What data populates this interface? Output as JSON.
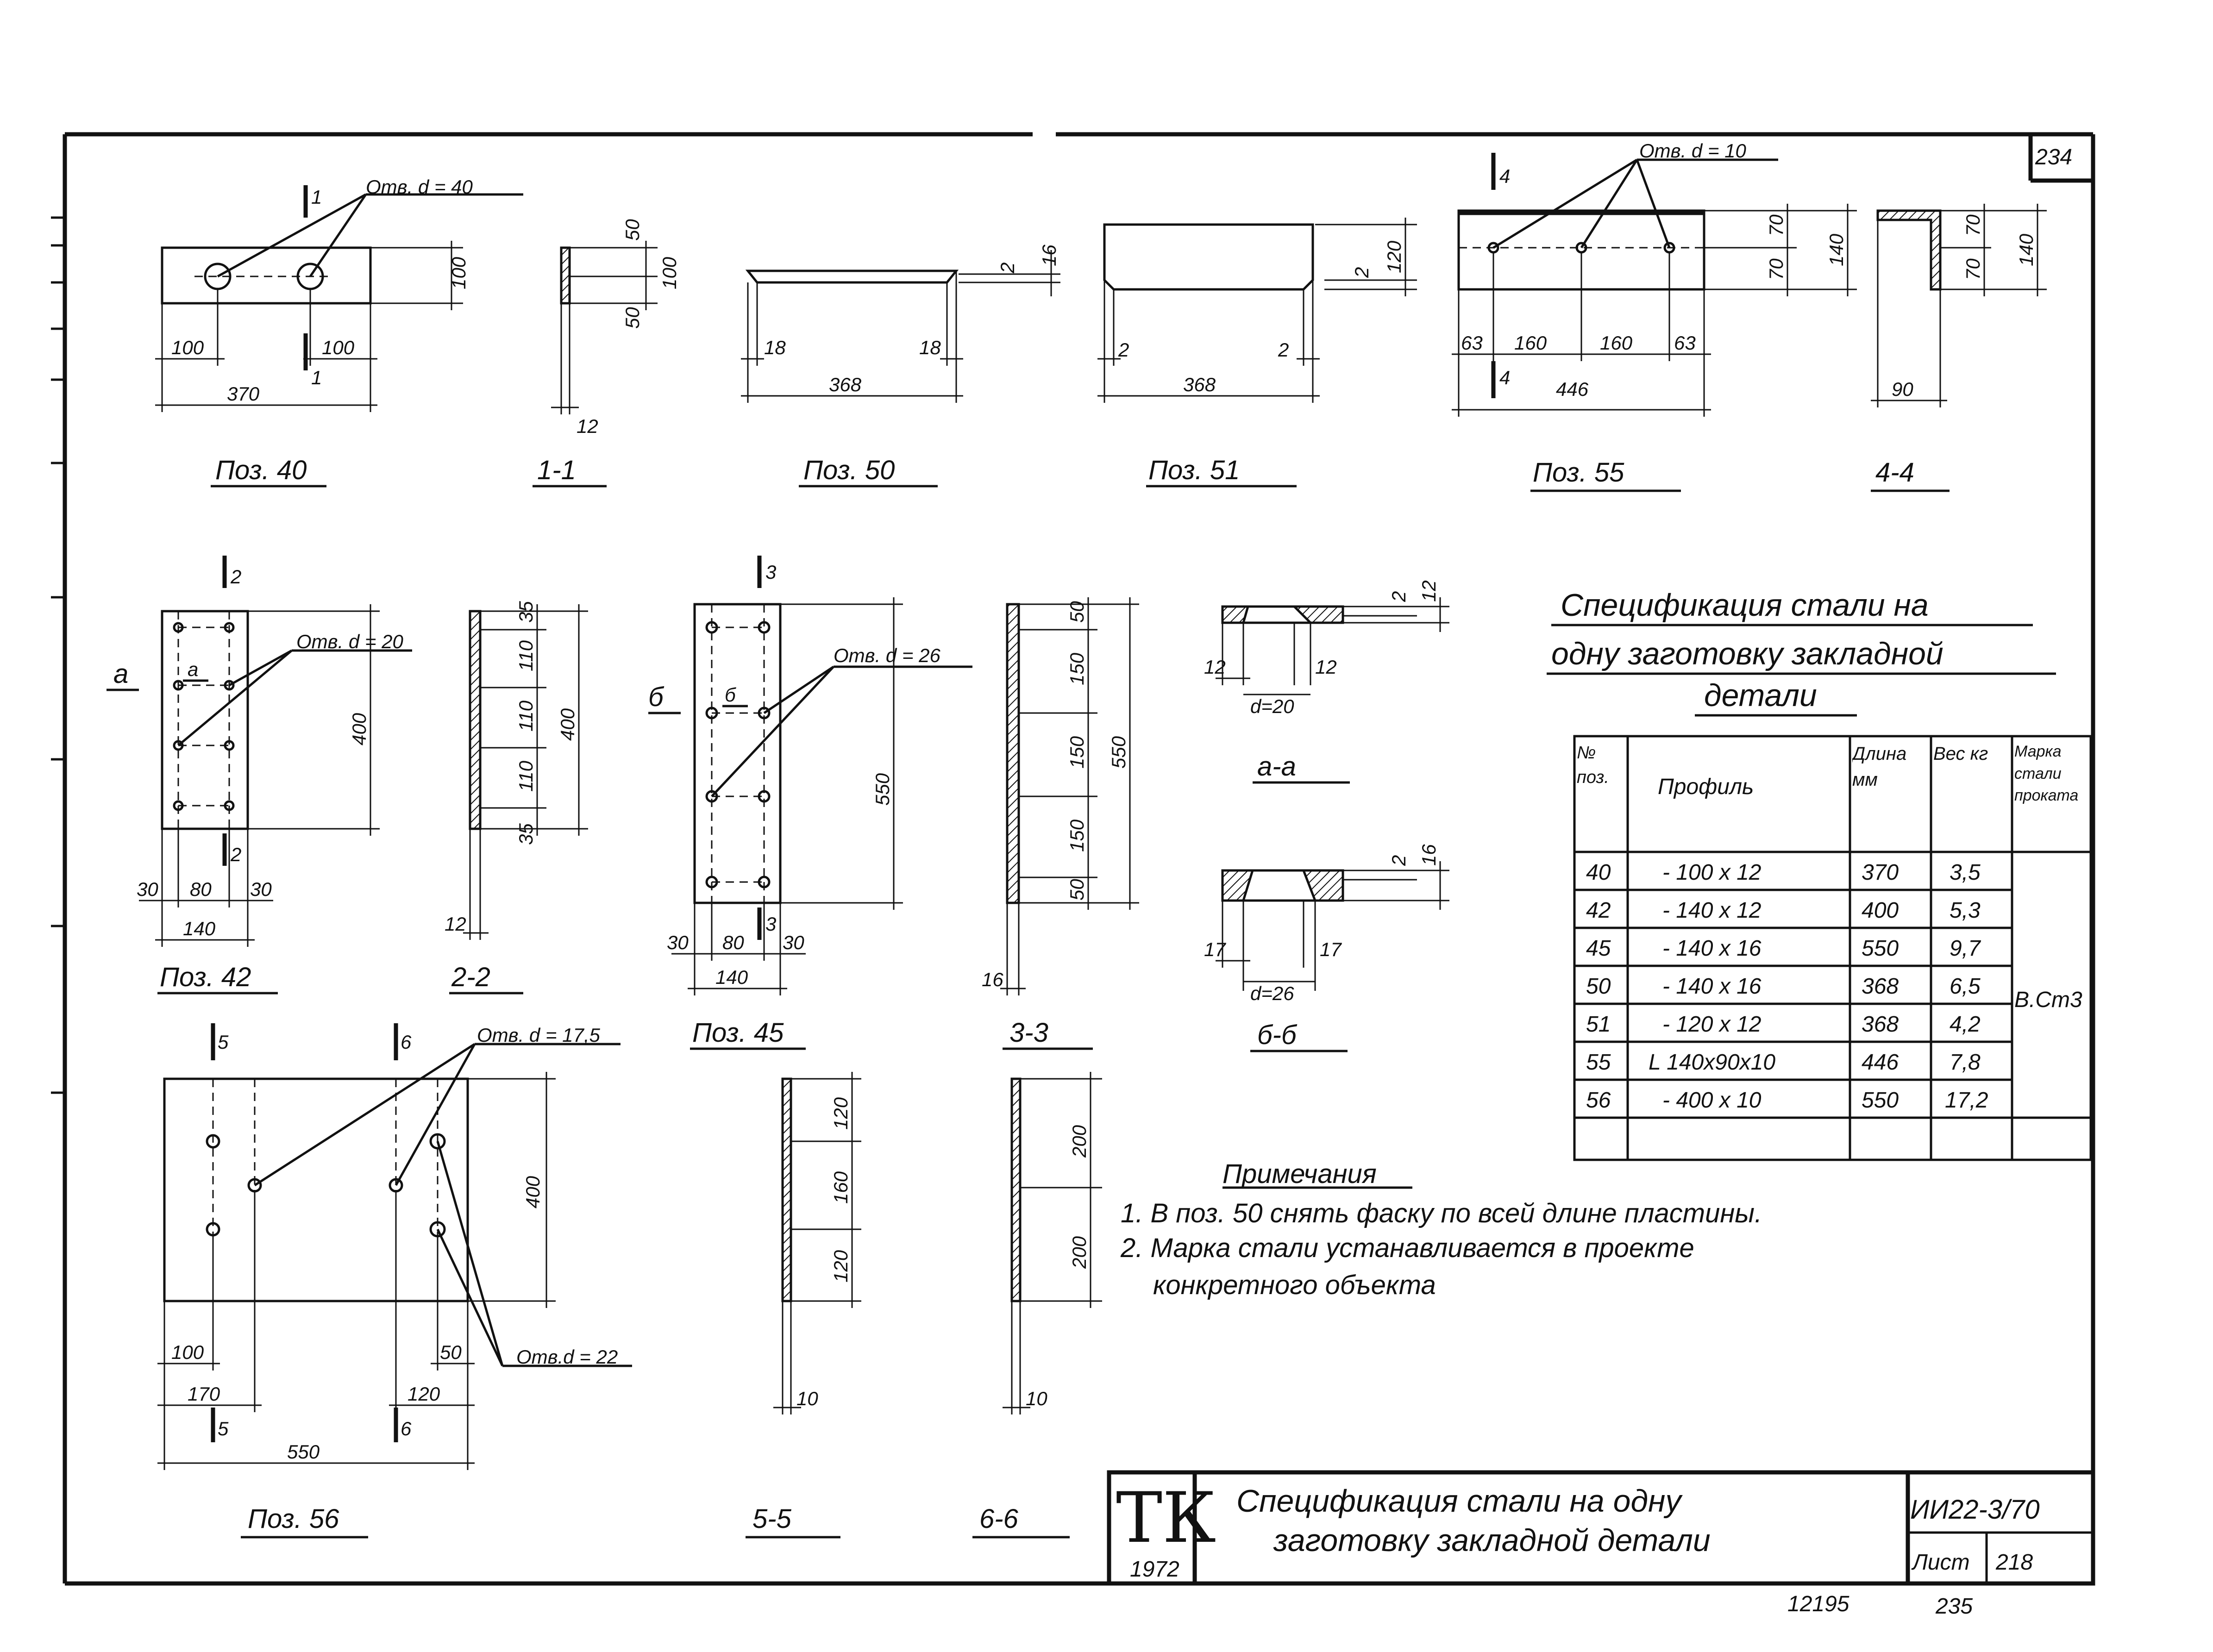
{
  "sheet": {
    "number": "234",
    "bottom_left_number": "12195",
    "bottom_right_number": "235"
  },
  "details": [
    {
      "caption": "Поз. 40",
      "hole": "Отв. d = 40",
      "dims": [
        "100",
        "100",
        "370",
        "100"
      ],
      "section_marks": [
        "1",
        "1"
      ]
    },
    {
      "caption": "1-1",
      "dims": [
        "50",
        "100",
        "50",
        "12"
      ]
    },
    {
      "caption": "Поз. 50",
      "dims": [
        "18",
        "18",
        "368",
        "2",
        "16"
      ]
    },
    {
      "caption": "Поз. 51",
      "dims": [
        "2",
        "2",
        "368",
        "2",
        "120"
      ]
    },
    {
      "caption": "Поз. 55",
      "hole": "Отв. d = 10",
      "dims": [
        "63",
        "160",
        "160",
        "63",
        "446",
        "70",
        "70",
        "140"
      ],
      "section_marks": [
        "4",
        "4"
      ]
    },
    {
      "caption": "4-4",
      "dims": [
        "70",
        "70",
        "140",
        "90"
      ]
    },
    {
      "caption": "Поз. 42",
      "hole": "Отв. d = 20",
      "dims": [
        "30",
        "80",
        "30",
        "140",
        "400"
      ],
      "section_marks": [
        "2",
        "2"
      ],
      "cut_marks": [
        "а",
        "а"
      ]
    },
    {
      "caption": "2-2",
      "dims": [
        "35",
        "110",
        "110",
        "110",
        "35",
        "400",
        "12"
      ]
    },
    {
      "caption": "Поз. 45",
      "hole": "Отв. d = 26",
      "dims": [
        "30",
        "80",
        "30",
        "140",
        "550"
      ],
      "section_marks": [
        "3",
        "3"
      ],
      "cut_marks": [
        "б",
        "б"
      ]
    },
    {
      "caption": "3-3",
      "dims": [
        "50",
        "150",
        "150",
        "150",
        "50",
        "550",
        "16"
      ]
    },
    {
      "caption": "а-а",
      "dims": [
        "12",
        "12",
        "d=20",
        "2",
        "12"
      ]
    },
    {
      "caption": "б-б",
      "dims": [
        "17",
        "17",
        "d=26",
        "2",
        "16"
      ]
    },
    {
      "caption": "Поз. 56",
      "hole_top": "Отв. d = 17,5",
      "hole_bottom": "Отв.d = 22",
      "dims": [
        "100",
        "170",
        "50",
        "120",
        "550",
        "400"
      ],
      "section_marks": [
        "5",
        "5",
        "6",
        "6"
      ]
    },
    {
      "caption": "5-5",
      "dims": [
        "120",
        "160",
        "120",
        "10"
      ]
    },
    {
      "caption": "6-6",
      "dims": [
        "200",
        "200",
        "10"
      ]
    }
  ],
  "spec": {
    "title_lines": [
      "Спецификация стали на",
      "одну заготовку закладной",
      "детали"
    ],
    "headers": [
      "№ поз.",
      "Профиль",
      "Длина мм",
      "Вес кг",
      "Марка стали проката"
    ],
    "rows": [
      [
        "40",
        "- 100 x 12",
        "370",
        "3,5"
      ],
      [
        "42",
        "- 140 x 12",
        "400",
        "5,3"
      ],
      [
        "45",
        "- 140 x 16",
        "550",
        "9,7"
      ],
      [
        "50",
        "- 140 x 16",
        "368",
        "6,5"
      ],
      [
        "51",
        "- 120 x 12",
        "368",
        "4,2"
      ],
      [
        "55",
        "L 140x90x10",
        "446",
        "7,8"
      ],
      [
        "56",
        "- 400 x 10",
        "550",
        "17,2"
      ]
    ],
    "steel_grade": "В.Ст3"
  },
  "notes": {
    "title": "Примечания",
    "lines": [
      "1. В поз. 50 снять фаску по всей длине пластины.",
      "2. Марка стали устанавливается в проекте",
      "конкретного объекта"
    ]
  },
  "title_block": {
    "logo": "ТК",
    "year": "1972",
    "title_lines": [
      "Спецификация стали на одну",
      "заготовку закладной детали"
    ],
    "code": "ИИ22-3/70",
    "sheet_label": "Лист",
    "sheet_value": "218"
  }
}
